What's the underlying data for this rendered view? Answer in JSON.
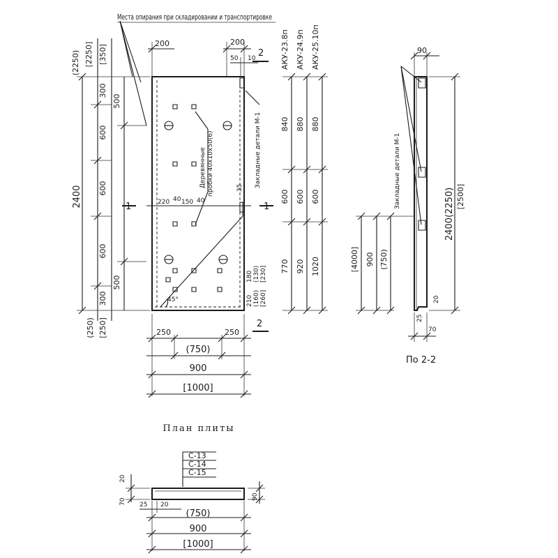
{
  "notes": {
    "support": "Места опирания при складировании и транспортировке",
    "embedded_parts_plan": "Закладные детали М-1",
    "embedded_parts_section": "Закладные детали М-1",
    "plugs_line1": "Деревянные",
    "plugs_line2": "пробки 40х10х50(6)"
  },
  "panels": [
    "АКУ-23.8п",
    "АКУ-24.9п",
    "АКУ-25.10п"
  ],
  "panel_dims": {
    "row1": [
      "840",
      "880",
      "880"
    ],
    "row2": [
      "600",
      "600",
      "600"
    ],
    "row3": [
      "770",
      "920",
      "1020"
    ]
  },
  "left_dims": {
    "top": [
      "(2250)",
      "[2250]",
      "[350]"
    ],
    "col_a": [
      "300",
      "600",
      "600",
      "600",
      "300"
    ],
    "col_b": [
      "500",
      "500"
    ],
    "total": "2400",
    "bottom": [
      "(250)",
      "[250]"
    ]
  },
  "top_dims": {
    "d200a": "200",
    "d200b": "200",
    "d50": "50",
    "d10": "10"
  },
  "plan_inner": {
    "d220": "220",
    "d40a": "40",
    "d150": "150",
    "d40b": "40",
    "d35": "35",
    "angle": "45°",
    "r210": "210",
    "r180": "180",
    "r160": "(160)",
    "r130": "(130)",
    "r260": "[260]",
    "r230": "[230]"
  },
  "bottom_dims": {
    "d250a": "250",
    "d250b": "250",
    "d750": "(750)",
    "d900": "900",
    "d1000": "[1000]"
  },
  "section_marks": {
    "s1": "1",
    "s2": "2"
  },
  "section22": {
    "title": "По 2-2",
    "d90": "90",
    "length": "2400(2250)",
    "length2": "[2500]",
    "d20": "20",
    "d25": "25",
    "d70": "70",
    "length_dims": [
      "[4000]",
      "900",
      "(750)"
    ]
  },
  "plan_title": "План плиты",
  "section11": {
    "labels": [
      "С-13",
      "С-14",
      "С-15"
    ],
    "d70": "70",
    "d20": "20",
    "d90": "90",
    "d25": "25",
    "d20b": "20",
    "d750": "(750)",
    "d900": "900",
    "d1000": "[1000]"
  }
}
